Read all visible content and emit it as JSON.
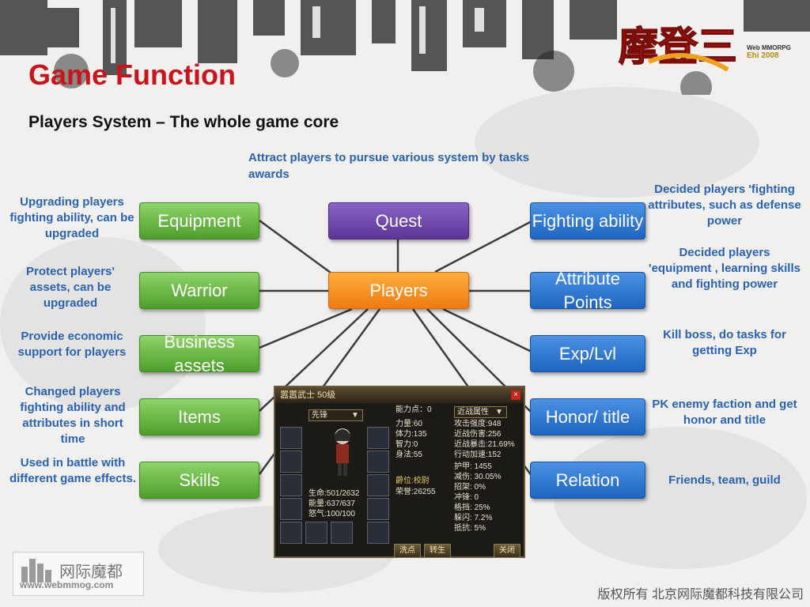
{
  "title": "Game Function",
  "subtitle": "Players System – The whole game core",
  "intro": "Attract players to pursue various system by tasks awards",
  "logo": {
    "cn": "摩登三国",
    "line1": "Web MMORPG",
    "line2": "Ehi 2008"
  },
  "center": {
    "quest": "Quest",
    "players": "Players"
  },
  "left_boxes": [
    {
      "label": "Equipment",
      "note": "Upgrading players fighting ability, can be upgraded"
    },
    {
      "label": "Warrior",
      "note": "Protect players' assets, can be upgraded"
    },
    {
      "label": "Business assets",
      "note": "Provide economic support for players"
    },
    {
      "label": "Items",
      "note": "Changed players fighting ability and attributes in short time"
    },
    {
      "label": "Skills",
      "note": "Used in battle with different game effects."
    }
  ],
  "right_boxes": [
    {
      "label": "Fighting ability",
      "note": "Decided players 'fighting attributes, such as defense power"
    },
    {
      "label": "Attribute Points",
      "note": "Decided players 'equipment , learning skills and fighting power"
    },
    {
      "label": "Exp/Lvl",
      "note": "Kill boss, do tasks for getting Exp"
    },
    {
      "label": "Honor/ title",
      "note": "PK enemy faction and get honor and title"
    },
    {
      "label": "Relation",
      "note": "Friends, team, guild"
    }
  ],
  "panel": {
    "title": "嚣嚣武士 50级",
    "close": "×",
    "dropdown1": "先锋",
    "points_label": "能力点：",
    "points_value": "0",
    "dropdown2": "近战属性",
    "attrs": "力量:60\n体力:135\n智力:0\n身法:55",
    "combat": "攻击强度:948\n近战伤害:256\n近战暴击:21.69%\n行动加速:152",
    "defense": "护甲: 1455\n减伤: 30.05%\n招架: 0%\n冲锋: 0\n格挡: 25%\n躲闪: 7.2%\n抵抗: 5%",
    "vitals": "生命:501/2632\n能量:637/637\n怒气:100/100",
    "rank": "爵位:校尉",
    "honor": "荣誉:26255",
    "btn_wash": "洗点",
    "btn_rebirth": "转生",
    "btn_close": "关闭"
  },
  "footer": {
    "logo_cn": "网际魔都",
    "logo_url": "www.webmmog.com",
    "copyright": "版权所有 北京网际魔都科技有限公司"
  },
  "colors": {
    "title": "#c8141c",
    "note": "#2a62b8",
    "green": "#4d9e2a",
    "purple": "#5c3596",
    "orange": "#f07a12",
    "blue": "#2064c2"
  }
}
